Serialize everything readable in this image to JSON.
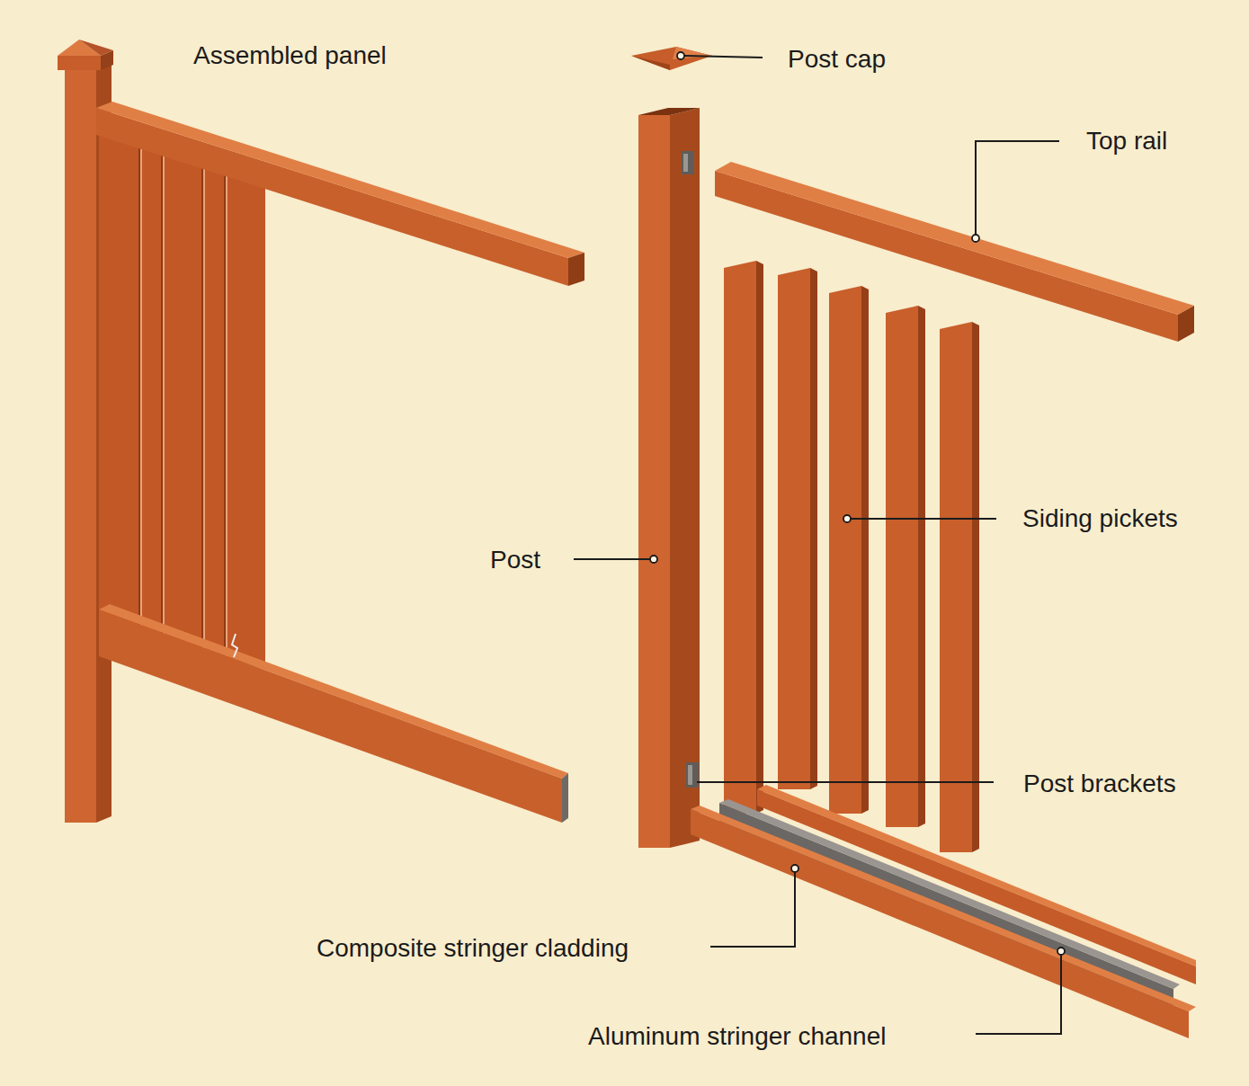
{
  "diagram": {
    "labels": [
      "Assembled panel",
      "Post cap",
      "Top rail",
      "Siding pickets",
      "Post",
      "Post brackets",
      "Composite stringer cladding",
      "Aluminum stringer channel"
    ]
  }
}
